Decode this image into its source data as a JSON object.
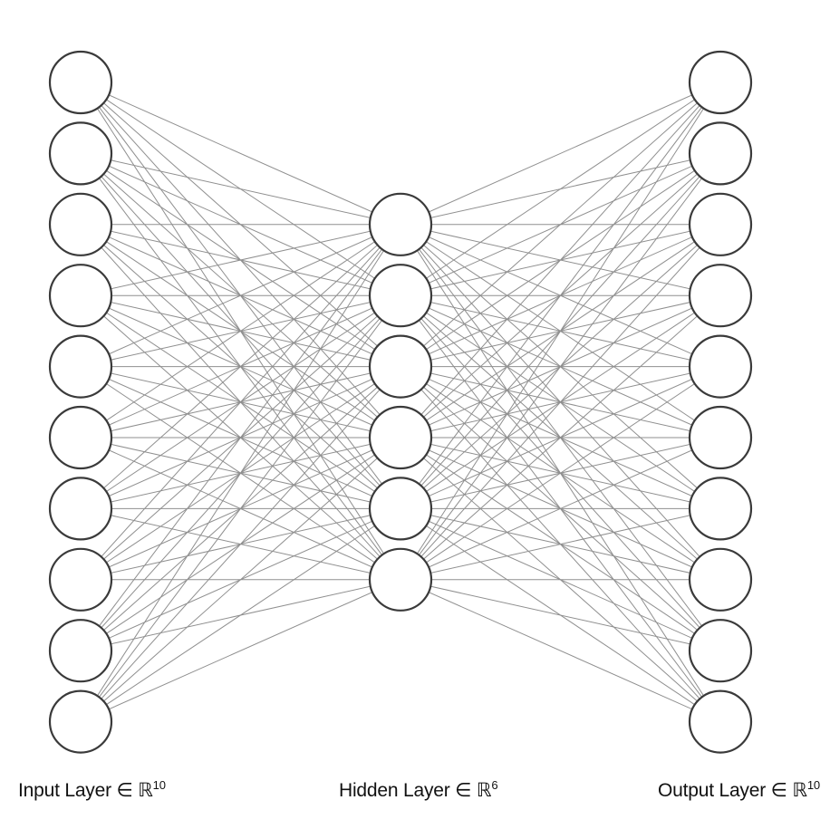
{
  "layers": [
    {
      "id": "input",
      "label_prefix": "Input Layer ∈ ℝ",
      "label_power": "10",
      "size": 10
    },
    {
      "id": "hidden",
      "label_prefix": "Hidden Layer ∈ ℝ",
      "label_power": "6",
      "size": 6
    },
    {
      "id": "output",
      "label_prefix": "Output Layer ∈ ℝ",
      "label_power": "10",
      "size": 10
    }
  ],
  "connectivity": "fully-connected",
  "colors": {
    "node_stroke": "#3a3a3a",
    "node_fill": "#ffffff",
    "edge_stroke": "#8f8f8f",
    "background": "#ffffff"
  }
}
